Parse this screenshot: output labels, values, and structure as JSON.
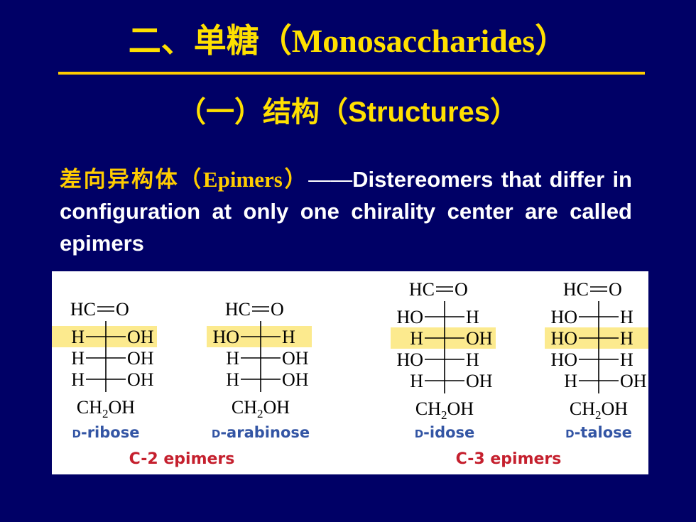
{
  "title": "二、单糖（Monosaccharides）",
  "subtitle": {
    "zh_open": "（一）结构（",
    "en": "Structures",
    "close": "）"
  },
  "definition": {
    "term": "差向异构体（Epimers）",
    "dash": "——",
    "text": "Distereomers that differ in configuration at only one chirality center are called epimers"
  },
  "colors": {
    "background": "#000066",
    "title": "#FFE000",
    "rule": "#FFCC00",
    "highlight": "#FCEA8E",
    "sugar_name": "#3355A4",
    "epimer_label": "#C5202E"
  },
  "structures": [
    {
      "name_prefix": "D",
      "name": "-ribose",
      "top": "HC=O",
      "rows": [
        {
          "left": "H",
          "right": "OH"
        },
        {
          "left": "H",
          "right": "OH"
        },
        {
          "left": "H",
          "right": "OH"
        }
      ],
      "bottom": "CH2OH",
      "highlight_row": 1
    },
    {
      "name_prefix": "D",
      "name": "-arabinose",
      "top": "HC=O",
      "rows": [
        {
          "left": "HO",
          "right": "H"
        },
        {
          "left": "H",
          "right": "OH"
        },
        {
          "left": "H",
          "right": "OH"
        }
      ],
      "bottom": "CH2OH",
      "highlight_row": 1
    },
    {
      "name_prefix": "D",
      "name": "-idose",
      "top": "HC=O",
      "rows": [
        {
          "left": "HO",
          "right": "H"
        },
        {
          "left": "H",
          "right": "OH"
        },
        {
          "left": "HO",
          "right": "H"
        },
        {
          "left": "H",
          "right": "OH"
        }
      ],
      "bottom": "CH2OH",
      "highlight_row": 2
    },
    {
      "name_prefix": "D",
      "name": "-talose",
      "top": "HC=O",
      "rows": [
        {
          "left": "HO",
          "right": "H"
        },
        {
          "left": "HO",
          "right": "H"
        },
        {
          "left": "HO",
          "right": "H"
        },
        {
          "left": "H",
          "right": "OH"
        }
      ],
      "bottom": "CH2OH",
      "highlight_row": 2
    }
  ],
  "epimer_labels": {
    "c2": "C-2 epimers",
    "c3": "C-3 epimers"
  }
}
